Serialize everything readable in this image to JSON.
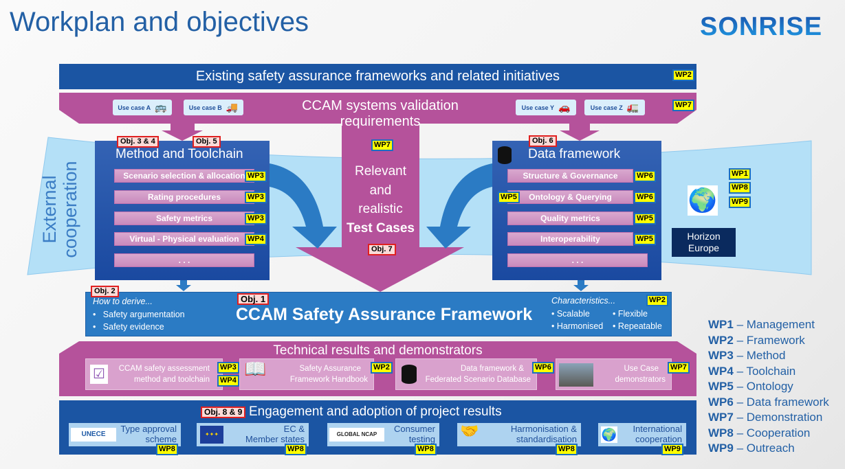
{
  "title": "Workplan and objectives",
  "logo": "SONRISE",
  "top_bar": {
    "label": "Existing safety assurance frameworks and related initiatives",
    "wp": "WP2"
  },
  "requirements_bar": {
    "label": "CCAM systems validation requirements",
    "wp": "WP7",
    "use_cases": [
      {
        "label": "Use case A",
        "icon": "bus-icon"
      },
      {
        "label": "Use case B",
        "icon": "truck-icon"
      },
      {
        "label": "Use case Y",
        "icon": "electric-car-icon"
      },
      {
        "label": "Use case Z",
        "icon": "lorry-icon"
      }
    ]
  },
  "external": {
    "label": "External cooperation",
    "wps": [
      "WP1",
      "WP8",
      "WP9"
    ],
    "horizon": "Horizon Europe"
  },
  "method": {
    "title": "Method and Toolchain",
    "objs": [
      "Obj. 3 & 4",
      "Obj. 5"
    ],
    "items": [
      {
        "label": "Scenario selection & allocation",
        "wp": "WP3"
      },
      {
        "label": "Rating procedures",
        "wp": "WP3"
      },
      {
        "label": "Safety metrics",
        "wp": "WP3"
      },
      {
        "label": "Virtual - Physical evaluation",
        "wp": "WP4"
      },
      {
        "label": ". . ."
      }
    ]
  },
  "test_cases": {
    "wp": "WP7",
    "line1": "Relevant",
    "line2": "and",
    "line3": "realistic",
    "line4": "Test Cases",
    "obj": "Obj. 7"
  },
  "data_framework": {
    "title": "Data framework",
    "obj": "Obj. 6",
    "items": [
      {
        "label": "Structure & Governance",
        "wp": "WP6"
      },
      {
        "label": "Ontology & Querying",
        "wp": "WP6",
        "wp_left": "WP5"
      },
      {
        "label": "Quality metrics",
        "wp": "WP5"
      },
      {
        "label": "Interoperability",
        "wp": "WP5"
      },
      {
        "label": ". . ."
      }
    ]
  },
  "saf": {
    "title": "CCAM Safety Assurance Framework",
    "obj1": "Obj. 1",
    "obj2": "Obj. 2",
    "derive": "How to derive...",
    "derive_items": [
      "Safety argumentation",
      "Safety evidence"
    ],
    "characteristics": "Characteristics...",
    "wp": "WP2",
    "chars": [
      "• Scalable",
      "• Flexible",
      "• Harmonised",
      "• Repeatable"
    ]
  },
  "results": {
    "title": "Technical results and demonstrators",
    "items": [
      {
        "line1": "CCAM safety assessment",
        "line2": "method and toolchain",
        "wps": [
          "WP3",
          "WP4"
        ]
      },
      {
        "line1": "Safety Assurance",
        "line2": "Framework Handbook",
        "wps": [
          "WP2"
        ]
      },
      {
        "line1": "Data framework &",
        "line2": "Federated Scenario Database",
        "wps": [
          "WP6"
        ]
      },
      {
        "line1": "Use Case",
        "line2": "demonstrators",
        "wps": [
          "WP7"
        ]
      }
    ]
  },
  "engagement": {
    "title": "Engagement and adoption of project results",
    "obj": "Obj. 8 & 9",
    "items": [
      {
        "logo": "UNECE",
        "line1": "Type approval",
        "line2": "scheme",
        "wp": "WP8"
      },
      {
        "logo": "",
        "line1": "EC &",
        "line2": "Member states",
        "wp": "WP8"
      },
      {
        "logo": "GLOBAL NCAP",
        "line1": "Consumer",
        "line2": "testing",
        "wp": "WP8"
      },
      {
        "logo": "",
        "line1": "Harmonisation &",
        "line2": "standardisation",
        "wp": "WP8"
      },
      {
        "logo": "",
        "line1": "International",
        "line2": "cooperation",
        "wp": "WP9"
      }
    ]
  },
  "legend": [
    {
      "wp": "WP1",
      "name": " – Management"
    },
    {
      "wp": "WP2",
      "name": " – Framework"
    },
    {
      "wp": "WP3",
      "name": " – Method"
    },
    {
      "wp": "WP4",
      "name": " – Toolchain"
    },
    {
      "wp": "WP5",
      "name": " – Ontology"
    },
    {
      "wp": "WP6",
      "name": " – Data framework"
    },
    {
      "wp": "WP7",
      "name": " – Demonstration"
    },
    {
      "wp": "WP8",
      "name": " – Cooperation"
    },
    {
      "wp": "WP9",
      "name": " – Outreach"
    }
  ],
  "colors": {
    "blue": "#1b55a3",
    "pink": "#b5529b",
    "light_blue": "#2b7bc4",
    "wp_tag": "#ffff00",
    "obj_border": "#e02020"
  }
}
